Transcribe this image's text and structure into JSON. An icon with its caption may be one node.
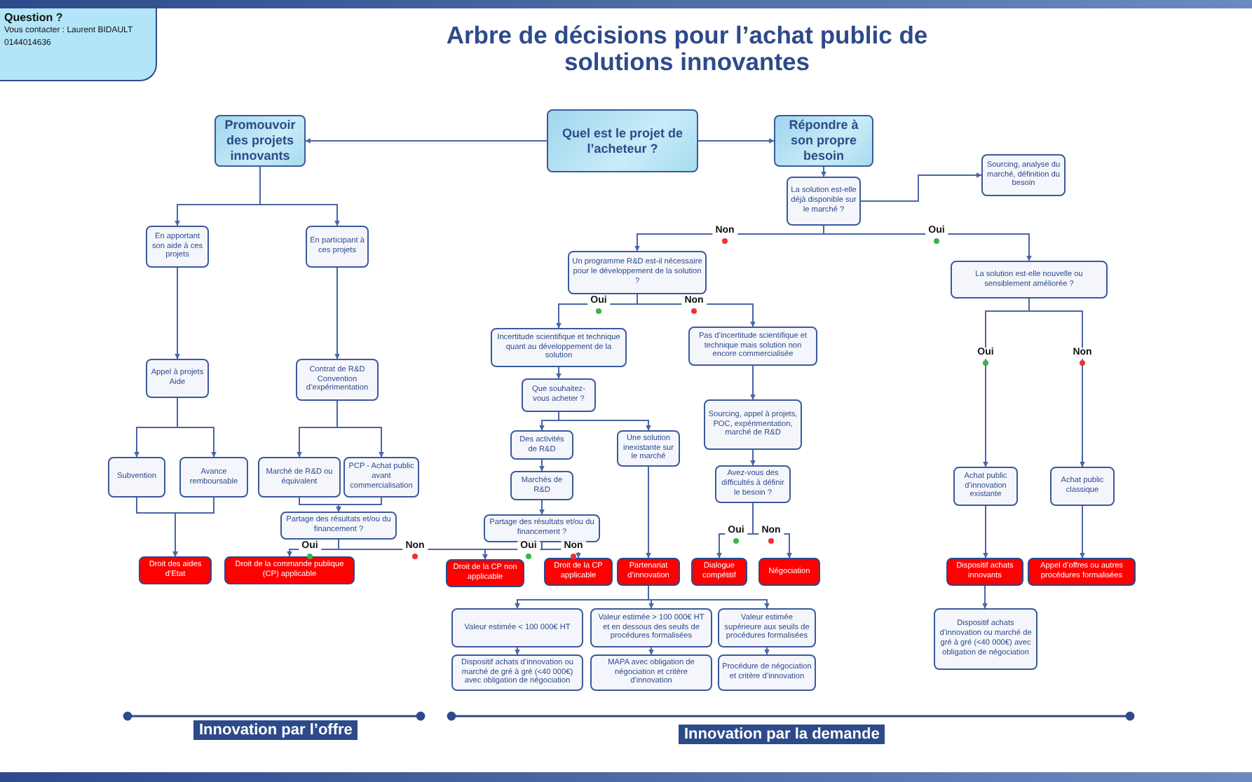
{
  "diagram": {
    "title": "Arbre de décisions pour l’achat public de solutions innovantes",
    "nodes": [
      {
        "text": [
          "Quel est le projet de l’acheteur ?"
        ]
      },
      {
        "text": [
          "Promouvoir des projets innovants"
        ]
      },
      {
        "text": [
          "Répondre à son propre besoin"
        ]
      },
      {
        "text": [
          "En apportant son aide à ces projets"
        ]
      },
      {
        "text": [
          "En participant à ces projets"
        ]
      },
      {
        "text": [
          "Appel à projets Aide"
        ]
      },
      {
        "text": [
          "Contrat de R&D Convention d’expérimentation"
        ]
      },
      {
        "text": [
          "Subvention"
        ]
      },
      {
        "text": [
          "Avance remboursable"
        ]
      },
      {
        "text": [
          "Marché de R&D ou équivalent"
        ]
      },
      {
        "text": [
          "PCP - Achat public avant commercialisation"
        ]
      },
      {
        "text": [
          "Partage des résultats et/ou du financement ?"
        ]
      },
      {
        "text": [
          "Droit des aides d’Etat"
        ]
      },
      {
        "text": [
          "Droit de la commande publique (CP) applicable"
        ]
      },
      {
        "text": [
          "La solution est-elle déjà disponible sur le marché ?"
        ]
      },
      {
        "text": [
          "Sourcing, analyse du marché, définition du besoin"
        ]
      },
      {
        "text": [
          "Un programme R&D est-il nécessaire pour le développement de la solution ?"
        ]
      },
      {
        "text": [
          "La solution est-elle nouvelle ou sensiblement améliorée ?"
        ]
      },
      {
        "text": [
          "Incertitude scientifique et technique quant au développement de la solution"
        ]
      },
      {
        "text": [
          "Pas d’incertitude scientifique et technique mais solution non encore commercialisée"
        ]
      },
      {
        "text": [
          "Que souhaitez-vous acheter ?"
        ]
      },
      {
        "text": [
          "Des activités de R&D"
        ]
      },
      {
        "text": [
          "Une solution inexistante sur le marché"
        ]
      },
      {
        "text": [
          "Marchés de R&D"
        ]
      },
      {
        "text": [
          "Partage des résultats et/ou du financement ?"
        ]
      },
      {
        "text": [
          "Droit de la CP non applicable"
        ]
      },
      {
        "text": [
          "Droit de la CP applicable"
        ]
      },
      {
        "text": [
          "Partenariat d’innovation"
        ]
      },
      {
        "text": [
          "Sourcing, appel à projets, POC, expérimentation, marché de R&D"
        ]
      },
      {
        "text": [
          "Avez-vous des difficultés à définir le besoin ?"
        ]
      },
      {
        "text": [
          "Dialogue compétitif"
        ]
      },
      {
        "text": [
          "Négociation"
        ]
      },
      {
        "text": [
          "Achat public d’innovation existante"
        ]
      },
      {
        "text": [
          "Achat public classique"
        ]
      },
      {
        "text": [
          "Dispositif achats innovants"
        ]
      },
      {
        "text": [
          "Appel d’offres ou autres procédures formalisées"
        ]
      },
      {
        "text": [
          "Dispositif achats d’innovation ou marché de gré à gré (<40 000€) avec obligation de négociation"
        ]
      },
      {
        "text": [
          "Valeur estimée < 100 000€ HT"
        ]
      },
      {
        "text": [
          "Valeur estimée > 100 000€ HT et en dessous des seuils de procédures formalisées"
        ]
      },
      {
        "text": [
          "Valeur estimée supérieure aux seuils de procédures formalisées"
        ]
      },
      {
        "text": [
          "Dispositif achats d’innovation ou marché de gré à gré (<40 000€) avec obligation de négociation"
        ]
      },
      {
        "text": [
          "MAPA avec obligation de négociation et critère d’innovation"
        ]
      },
      {
        "text": [
          "Procédure de négociation et critère d’innovation"
        ]
      }
    ],
    "edges": [
      {
        "from": 0,
        "to": 1,
        "arrow": "to"
      },
      {
        "from": 0,
        "to": 2,
        "arrow": "to"
      },
      {
        "from": 1,
        "to": 3,
        "arrow": "to"
      },
      {
        "from": 1,
        "to": 4,
        "arrow": "to"
      },
      {
        "from": 3,
        "to": 5,
        "arrow": "to"
      },
      {
        "from": 4,
        "to": 6,
        "arrow": "to"
      },
      {
        "from": 5,
        "to": 7,
        "arrow": "to"
      },
      {
        "from": 5,
        "to": 8,
        "arrow": "to"
      },
      {
        "from": 6,
        "to": 9,
        "arrow": "to"
      },
      {
        "from": 6,
        "to": 10,
        "arrow": "to"
      },
      {
        "from": 9,
        "to": 11,
        "arrow": "to"
      },
      {
        "from": 10,
        "to": 11,
        "arrow": "to"
      },
      {
        "from": 7,
        "to": 12,
        "arrow": "to"
      },
      {
        "from": 8,
        "to": 12,
        "arrow": "to"
      },
      {
        "from": 11,
        "to": 13,
        "arrow": "to",
        "label": "Oui"
      },
      {
        "from": 11,
        "to": 25,
        "arrow": "to",
        "label": "Non"
      },
      {
        "from": 2,
        "to": 14,
        "arrow": "to"
      },
      {
        "from": 14,
        "to": 15,
        "arrow": "to"
      },
      {
        "from": 14,
        "to": 16,
        "arrow": "to",
        "label": "Non"
      },
      {
        "from": 14,
        "to": 17,
        "arrow": "to",
        "label": "Oui"
      },
      {
        "from": 16,
        "to": 18,
        "arrow": "to",
        "label": "Oui"
      },
      {
        "from": 16,
        "to": 19,
        "arrow": "to",
        "label": "Non"
      },
      {
        "from": 18,
        "to": 20,
        "arrow": "to"
      },
      {
        "from": 20,
        "to": 21,
        "arrow": "to"
      },
      {
        "from": 20,
        "to": 22,
        "arrow": "to"
      },
      {
        "from": 21,
        "to": 23,
        "arrow": "to"
      },
      {
        "from": 23,
        "to": 24,
        "arrow": "to"
      },
      {
        "from": 24,
        "to": 25,
        "arrow": "to",
        "label": "Oui"
      },
      {
        "from": 24,
        "to": 26,
        "arrow": "to",
        "label": "Non"
      },
      {
        "from": 22,
        "to": 27,
        "arrow": "to"
      },
      {
        "from": 19,
        "to": 28,
        "arrow": "to"
      },
      {
        "from": 28,
        "to": 29,
        "arrow": "to"
      },
      {
        "from": 29,
        "to": 30,
        "arrow": "to",
        "label": "Oui"
      },
      {
        "from": 29,
        "to": 31,
        "arrow": "to",
        "label": "Non"
      },
      {
        "from": 17,
        "to": 32,
        "arrow": "to",
        "label": "Oui"
      },
      {
        "from": 17,
        "to": 33,
        "arrow": "to",
        "label": "Non"
      },
      {
        "from": 32,
        "to": 34,
        "arrow": "to"
      },
      {
        "from": 33,
        "to": 35,
        "arrow": "to"
      },
      {
        "from": 34,
        "to": 36,
        "arrow": "to"
      },
      {
        "from": 27,
        "to": 37,
        "arrow": "to"
      },
      {
        "from": 27,
        "to": 38,
        "arrow": "to"
      },
      {
        "from": 27,
        "to": 39,
        "arrow": "to"
      },
      {
        "from": 37,
        "to": 40,
        "arrow": "to"
      },
      {
        "from": 38,
        "to": 41,
        "arrow": "to"
      },
      {
        "from": 39,
        "to": 42,
        "arrow": "to"
      }
    ],
    "labels": [
      "Question ?",
      "Vous contacter : Laurent BIDAULT",
      "0144014636",
      "Innovation par l’offre",
      "Innovation par la demande"
    ]
  }
}
